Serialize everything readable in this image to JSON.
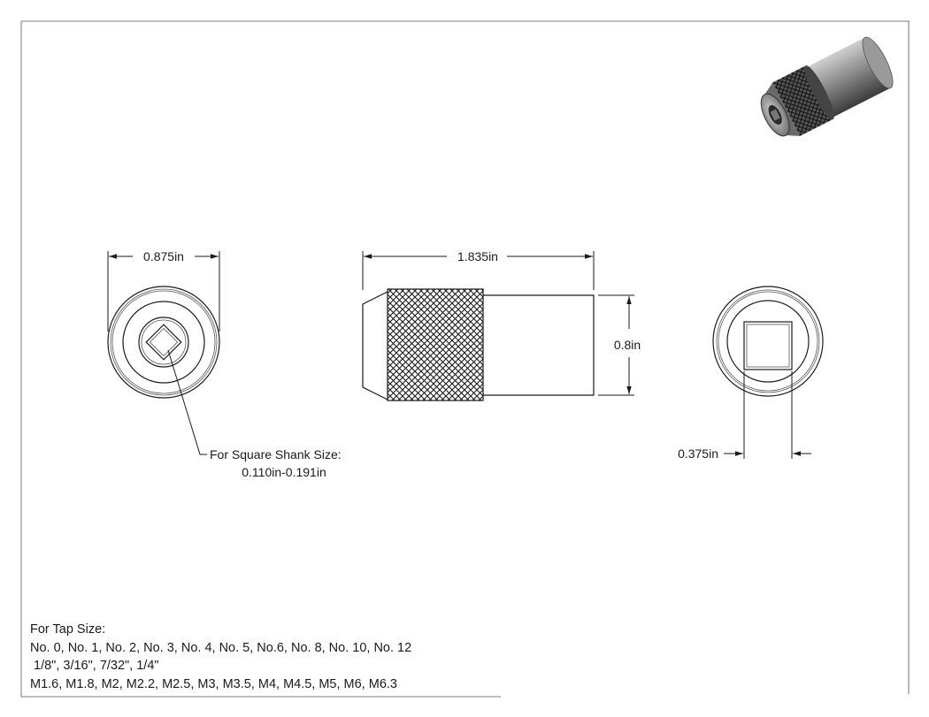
{
  "dimensions": {
    "front_diameter": "0.875in",
    "side_length": "1.835in",
    "side_height": "0.8in",
    "back_square": "0.375in"
  },
  "callout": {
    "line1": "For Square Shank Size:",
    "line2": "0.110in-0.191in"
  },
  "tap_notes": {
    "heading": "For Tap Size:",
    "numbered": "No. 0, No. 1, No. 2, No. 3, No. 4, No. 5, No.6, No. 8, No. 10, No. 12",
    "fractional": " 1/8\", 3/16\", 7/32\", 1/4\"",
    "metric": "M1.6, M1.8, M2, M2.2, M2.5, M3, M3.5, M4, M4.5, M5, M6, M6.3"
  },
  "colors": {
    "line": "#1a1a1a",
    "shade_light": "#9a9a9a",
    "shade_dark": "#3a3a3a"
  },
  "icons": [
    "iso-view-render"
  ]
}
